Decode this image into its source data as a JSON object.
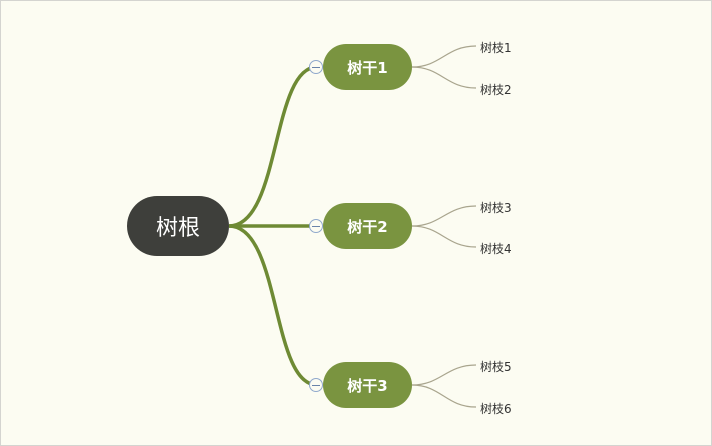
{
  "colors": {
    "background": "#fcfcf2",
    "root_fill": "#3e3f3b",
    "trunk_fill": "#7a9440",
    "trunk_link": "#6e8a34",
    "leaf_link": "#a9a58e",
    "leaf_text": "#333333"
  },
  "mindmap": {
    "root": {
      "label": "树根"
    },
    "trunks": [
      {
        "label": "树干1",
        "collapse_icon": "minus-circle-icon",
        "leaves": [
          {
            "label": "树枝1"
          },
          {
            "label": "树枝2"
          }
        ]
      },
      {
        "label": "树干2",
        "collapse_icon": "minus-circle-icon",
        "leaves": [
          {
            "label": "树枝3"
          },
          {
            "label": "树枝4"
          }
        ]
      },
      {
        "label": "树干3",
        "collapse_icon": "minus-circle-icon",
        "leaves": [
          {
            "label": "树枝5"
          },
          {
            "label": "树枝6"
          }
        ]
      }
    ]
  }
}
